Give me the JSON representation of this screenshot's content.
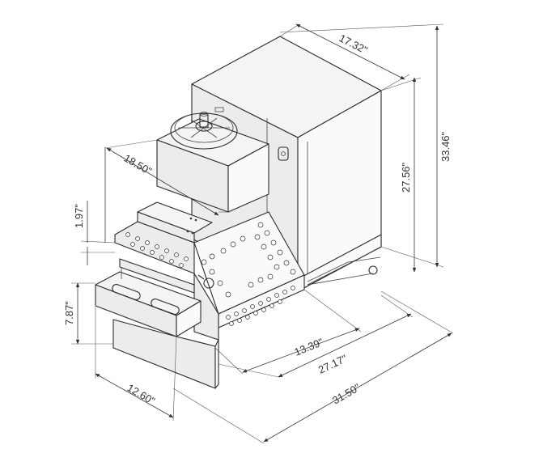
{
  "dimensions": {
    "depth_top": "17.32\"",
    "height_total": "33.46\"",
    "height_body": "27.56\"",
    "width_upper": "18.50\"",
    "step_height": "1.97\"",
    "base_height": "7.87\"",
    "base_width": "12.60\"",
    "front_width": "13.39\"",
    "mid_width": "27.17\"",
    "overall_width": "31.50\""
  }
}
